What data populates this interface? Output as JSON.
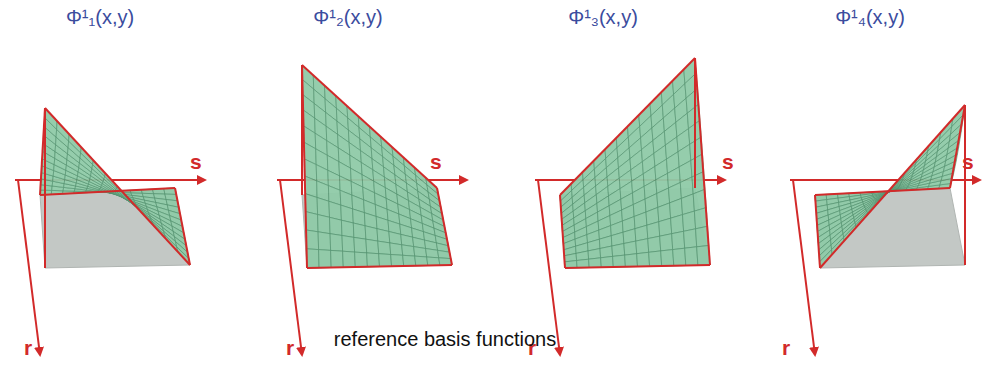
{
  "diagram": {
    "caption": "reference basis functions",
    "labels": [
      "Φ¹₁(x,y)",
      "Φ¹₂(x,y)",
      "Φ¹₃(x,y)",
      "Φ¹₄(x,y)",
      "s",
      "s",
      "s",
      "s",
      "r",
      "r",
      "r",
      "r"
    ]
  }
}
